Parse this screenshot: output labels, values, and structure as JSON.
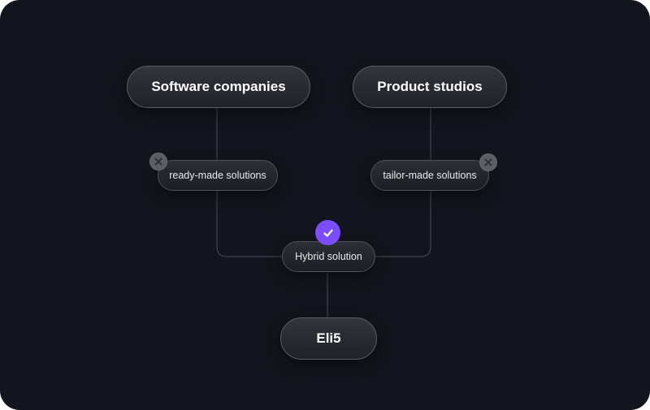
{
  "colors": {
    "background": "#12151d",
    "connector": "#4a4d56",
    "accept": "#7c4dff",
    "reject": "#5b5d64"
  },
  "diagram": {
    "sources": [
      {
        "label": "Software companies"
      },
      {
        "label": "Product studios"
      }
    ],
    "options": [
      {
        "label": "ready-made solutions",
        "status": "rejected",
        "icon": "close-icon"
      },
      {
        "label": "tailor-made solutions",
        "status": "rejected",
        "icon": "close-icon"
      }
    ],
    "result": {
      "label": "Hybrid solution",
      "status": "accepted",
      "icon": "check-icon"
    },
    "target": {
      "label": "Eli5"
    }
  }
}
